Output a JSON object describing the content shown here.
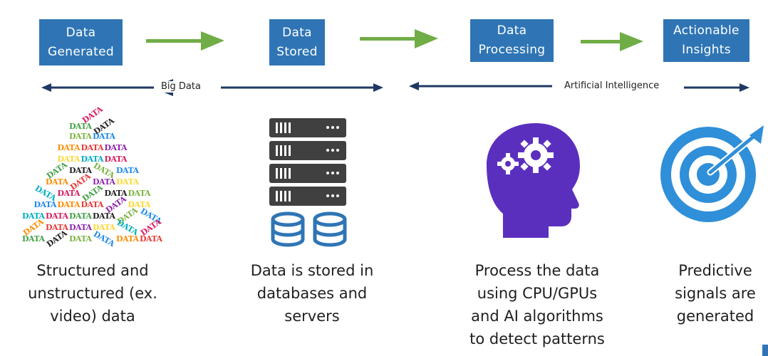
{
  "stages": [
    {
      "label": "Data\nGenerated"
    },
    {
      "label": "Data\nStored"
    },
    {
      "label": "Data\nProcessing"
    },
    {
      "label": "Actionable\nInsights"
    }
  ],
  "spans": {
    "big_data": "Big Data",
    "ai": "Artificial Intelligence"
  },
  "captions": [
    "Structured and\nunstructured (ex.\nvideo) data",
    "Data is stored in\ndatabases and\nservers",
    "Process the data\nusing CPU/GPUs\nand AI algorithms\nto detect patterns",
    "Predictive\nsignals are\ngenerated"
  ],
  "word_cloud": {
    "word": "DATA",
    "colors": [
      "#d81b60",
      "#8e24aa",
      "#1e88e5",
      "#43a047",
      "#fdd835",
      "#fb8c00",
      "#212121",
      "#00acc1",
      "#e53935",
      "#7cb342"
    ]
  },
  "icons": {
    "server": "server-rack-icon",
    "database": "database-icon",
    "head": "brain-gears-icon",
    "target": "target-arrow-icon"
  },
  "colors": {
    "box": "#2f75b5",
    "flow_arrow": "#70ad47",
    "span_arrow": "#1f3864",
    "server": "#404040",
    "database": "#2f75b5",
    "head": "#5b2fbe",
    "target": "#2f8fd8"
  }
}
